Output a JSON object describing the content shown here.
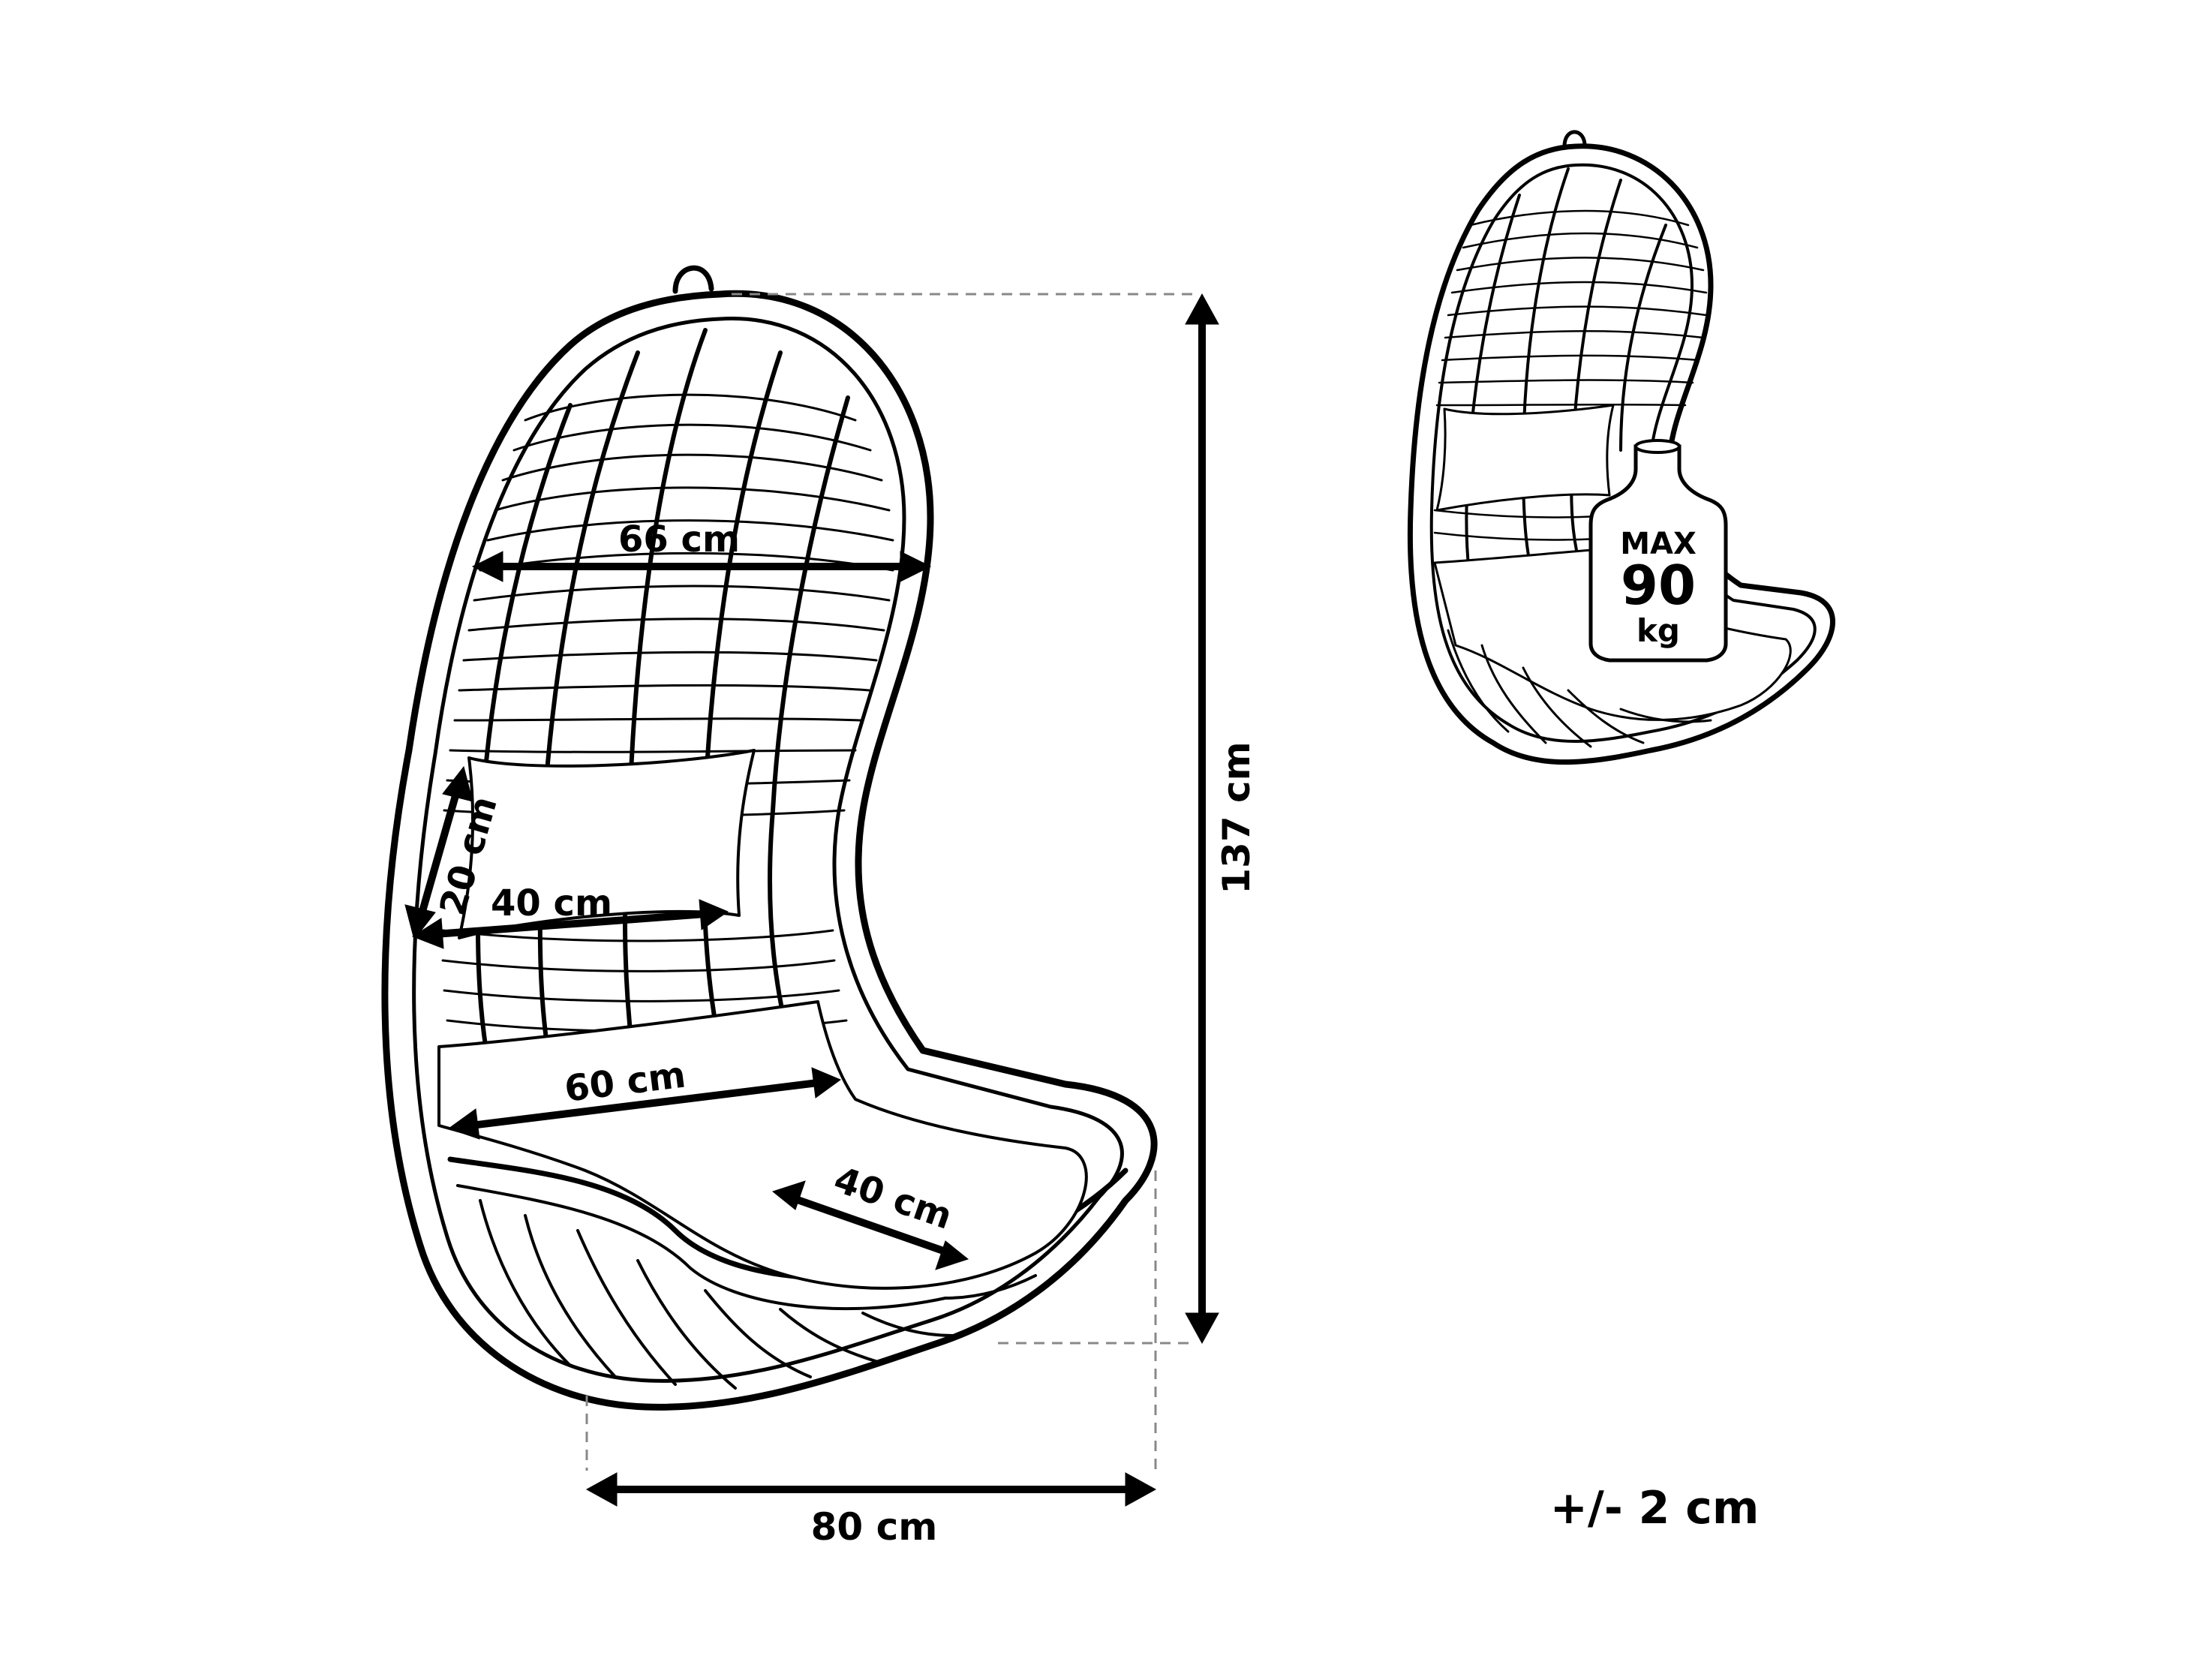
{
  "diagram": {
    "dimensions": {
      "seat_back_width": "66 cm",
      "pillow_height": "20 cm",
      "pillow_width": "40 cm",
      "cushion_width": "60 cm",
      "cushion_depth": "40 cm",
      "total_height": "137 cm",
      "total_width": "80 cm"
    },
    "tolerance": "+/- 2 cm",
    "weight_limit": {
      "label": "MAX",
      "value": "90",
      "unit": "kg"
    }
  }
}
